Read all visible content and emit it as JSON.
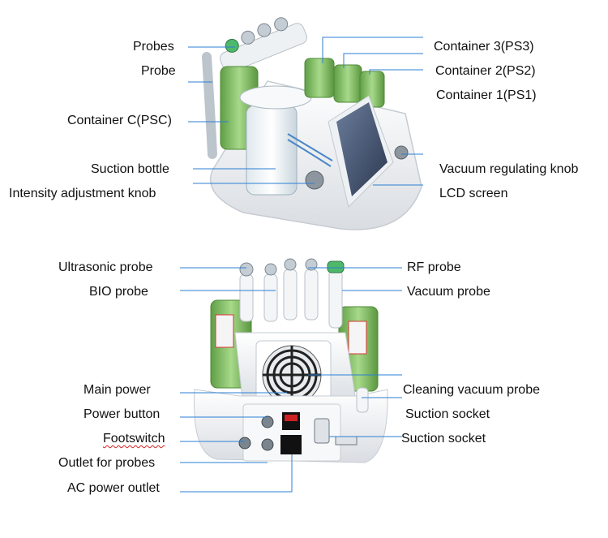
{
  "top_diagram": {
    "labels": [
      {
        "id": "probes",
        "text": "Probes"
      },
      {
        "id": "probe",
        "text": "Probe"
      },
      {
        "id": "container_c",
        "text": "Container C(PSC)"
      },
      {
        "id": "suction_bottle",
        "text": "Suction bottle"
      },
      {
        "id": "intensity_knob",
        "text": "Intensity adjustment knob"
      },
      {
        "id": "container_3",
        "text": "Container 3(PS3)"
      },
      {
        "id": "container_2",
        "text": "Container 2(PS2)"
      },
      {
        "id": "container_1",
        "text": "Container 1(PS1)"
      },
      {
        "id": "vacuum_knob",
        "text": "Vacuum regulating knob"
      },
      {
        "id": "lcd_screen",
        "text": "LCD screen"
      }
    ]
  },
  "bottom_diagram": {
    "labels": [
      {
        "id": "ultrasonic_probe",
        "text": "Ultrasonic probe"
      },
      {
        "id": "bio_probe",
        "text": "BIO probe"
      },
      {
        "id": "rf_probe",
        "text": "RF probe"
      },
      {
        "id": "vacuum_probe",
        "text": "Vacuum probe"
      },
      {
        "id": "main_power",
        "text": "Main power"
      },
      {
        "id": "power_button",
        "text": "Power button"
      },
      {
        "id": "footswitch",
        "text": "Footswitch"
      },
      {
        "id": "outlet_probes",
        "text": "Outlet for probes"
      },
      {
        "id": "ac_outlet",
        "text": "AC power outlet"
      },
      {
        "id": "fan",
        "text": "Fan"
      },
      {
        "id": "cleaning_vacuum_probe",
        "text": "Cleaning vacuum probe"
      },
      {
        "id": "suction_socket",
        "text": "Suction socket"
      }
    ]
  },
  "colors": {
    "leader_line": "#2b7fd4",
    "device_body": "#f2f4f6",
    "container_green": "#7fc063",
    "screen": "#3a4a66"
  }
}
